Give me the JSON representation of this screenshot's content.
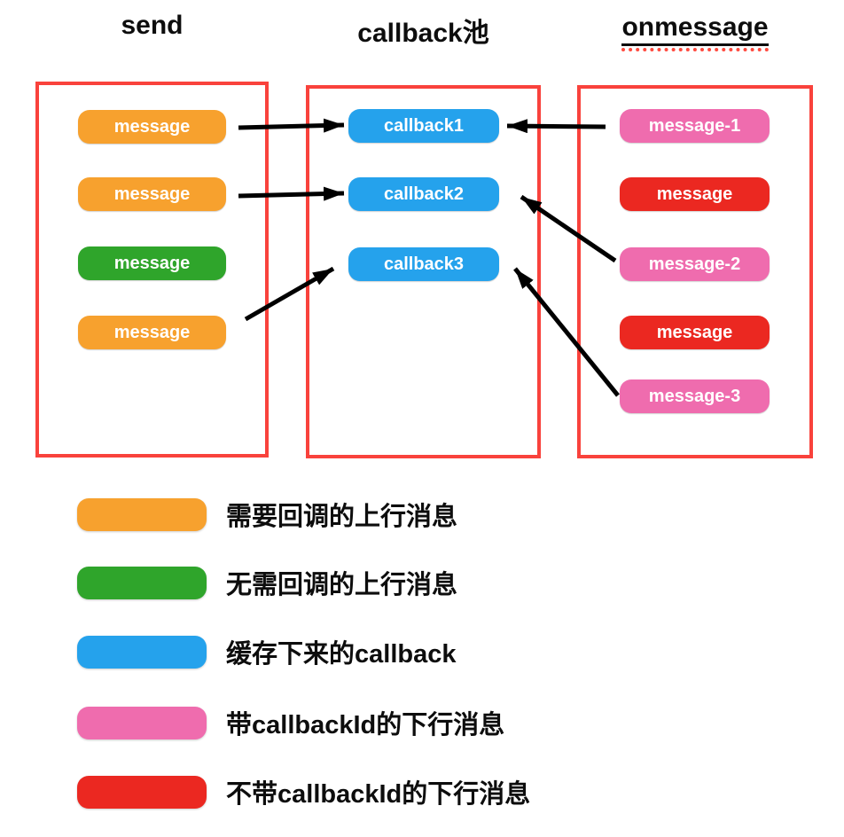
{
  "columns": {
    "send": {
      "title": "send",
      "pills": [
        {
          "label": "message",
          "color": "orange"
        },
        {
          "label": "message",
          "color": "orange"
        },
        {
          "label": "message",
          "color": "green"
        },
        {
          "label": "message",
          "color": "orange"
        }
      ]
    },
    "callback_pool": {
      "title": "callback池",
      "pills": [
        {
          "label": "callback1",
          "color": "blue"
        },
        {
          "label": "callback2",
          "color": "blue"
        },
        {
          "label": "callback3",
          "color": "blue"
        }
      ]
    },
    "onmessage": {
      "title": "onmessage",
      "pills": [
        {
          "label": "message-1",
          "color": "pink"
        },
        {
          "label": "message",
          "color": "red"
        },
        {
          "label": "message-2",
          "color": "pink"
        },
        {
          "label": "message",
          "color": "red"
        },
        {
          "label": "message-3",
          "color": "pink"
        }
      ]
    }
  },
  "connections": [
    {
      "from": "send message 1",
      "to": "callback1",
      "direction": "right"
    },
    {
      "from": "send message 2",
      "to": "callback2",
      "direction": "right"
    },
    {
      "from": "send message 4",
      "to": "callback3",
      "direction": "up-right"
    },
    {
      "from": "message-1",
      "to": "callback1",
      "direction": "left"
    },
    {
      "from": "message-2",
      "to": "callback2",
      "direction": "up-left"
    },
    {
      "from": "message-3",
      "to": "callback3",
      "direction": "up-left"
    }
  ],
  "legend": [
    {
      "color": "orange",
      "hex": "#f7a12e",
      "label": "需要回调的上行消息"
    },
    {
      "color": "green",
      "hex": "#2fa52b",
      "label": "无需回调的上行消息"
    },
    {
      "color": "blue",
      "hex": "#25a2ec",
      "label": "缓存下来的callback"
    },
    {
      "color": "pink",
      "hex": "#ef6cae",
      "label": "带callbackId的下行消息"
    },
    {
      "color": "red",
      "hex": "#eb2821",
      "label": "不带callbackId的下行消息"
    }
  ],
  "colors": {
    "orange": "#f7a12e",
    "green": "#2fa52b",
    "blue": "#25a2ec",
    "pink": "#ef6cae",
    "red": "#eb2821",
    "frame_border": "#f9423c",
    "arrow": "#000000",
    "title_text": "#0d0d0d",
    "background": "#ffffff"
  }
}
